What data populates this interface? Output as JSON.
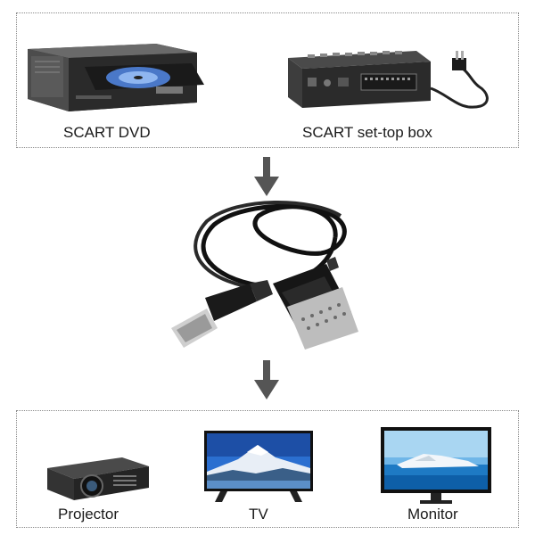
{
  "top_panel": {
    "items": [
      {
        "label": "SCART DVD",
        "icon": "dvd-drive-icon"
      },
      {
        "label": "SCART set-top box",
        "icon": "set-top-box-icon"
      }
    ]
  },
  "center": {
    "icon": "scart-to-hdmi-cable-icon"
  },
  "bottom_panel": {
    "items": [
      {
        "label": "Projector",
        "icon": "projector-icon"
      },
      {
        "label": "TV",
        "icon": "tv-icon"
      },
      {
        "label": "Monitor",
        "icon": "monitor-icon"
      }
    ]
  },
  "colors": {
    "arrow": "#555555",
    "border": "#8a8a8a",
    "screen_sky": "#1f5fbf",
    "device_dark": "#1c1c1c"
  }
}
